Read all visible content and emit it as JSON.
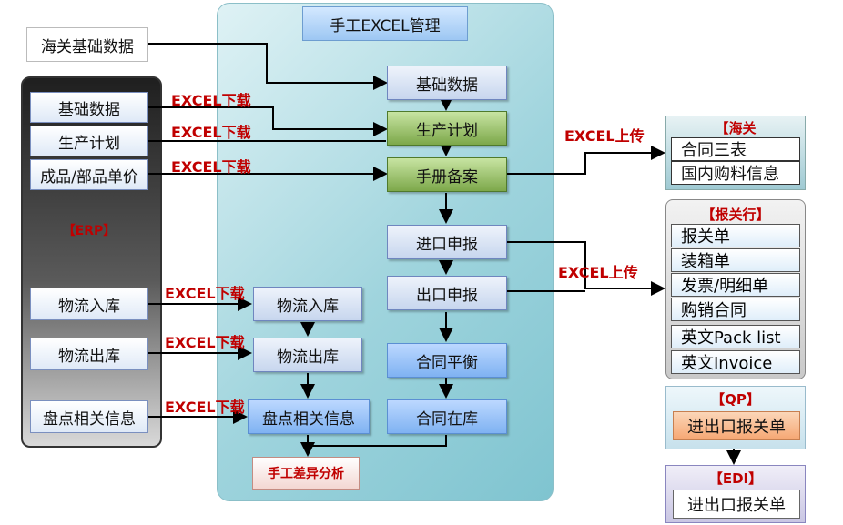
{
  "center_title": "手工EXCEL管理",
  "top_source": "海关基础数据",
  "erp": {
    "title": "【ERP】",
    "items": [
      "基础数据",
      "生产计划",
      "成品/部品单价",
      "物流入库",
      "物流出库",
      "盘点相关信息"
    ]
  },
  "labels": {
    "download": "EXCEL下载",
    "upload": "EXCEL上传"
  },
  "center_boxes": {
    "basic": "基础数据",
    "plan": "生产计划",
    "handbook": "手册备案",
    "import": "进口申报",
    "export": "出口申报",
    "balance": "合同平衡",
    "stock": "合同在库",
    "logistics_in": "物流入库",
    "logistics_out": "物流出库",
    "inventory": "盘点相关信息",
    "diff_analysis": "手工差异分析"
  },
  "customs": {
    "title": "【海关",
    "items": [
      "合同三表",
      "国内购料信息"
    ]
  },
  "broker": {
    "title": "【报关行】",
    "items": [
      "报关单",
      "装箱单",
      "发票/明细单",
      "购销合同",
      "英文Pack list",
      "英文Invoice"
    ]
  },
  "qp": {
    "title": "【QP】",
    "item": "进出口报关单"
  },
  "edi": {
    "title": "【EDI】",
    "item": "进出口报关单"
  }
}
